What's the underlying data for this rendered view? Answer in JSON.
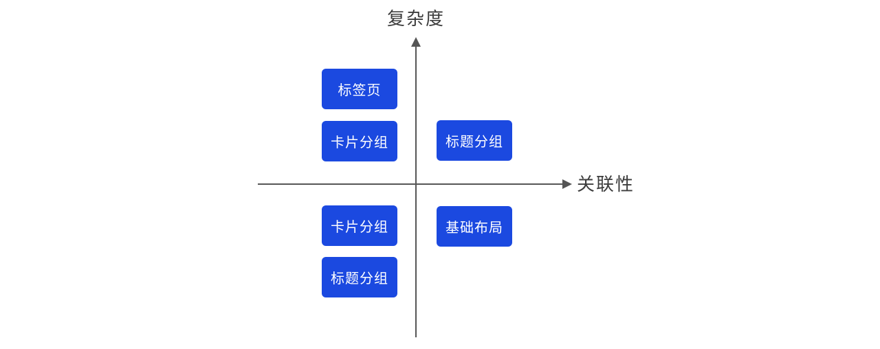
{
  "diagram": {
    "title": "",
    "y_axis": {
      "label": "复杂度"
    },
    "x_axis": {
      "label": "关联性"
    },
    "colors": {
      "node_background": "#1b49e0",
      "node_text": "#ffffff",
      "axis": "#555555",
      "axis_label_text": "#3d3d3d",
      "background": "#ffffff"
    },
    "nodes": [
      {
        "label": "标签页",
        "quadrant": "top-left",
        "complexity": "high",
        "relevance": "low"
      },
      {
        "label": "卡片分组",
        "quadrant": "top-left",
        "complexity": "high",
        "relevance": "low"
      },
      {
        "label": "标题分组",
        "quadrant": "top-right",
        "complexity": "high",
        "relevance": "high"
      },
      {
        "label": "卡片分组",
        "quadrant": "bottom-left",
        "complexity": "low",
        "relevance": "low"
      },
      {
        "label": "标题分组",
        "quadrant": "bottom-left",
        "complexity": "low",
        "relevance": "low"
      },
      {
        "label": "基础布局",
        "quadrant": "bottom-right",
        "complexity": "low",
        "relevance": "high"
      }
    ]
  }
}
